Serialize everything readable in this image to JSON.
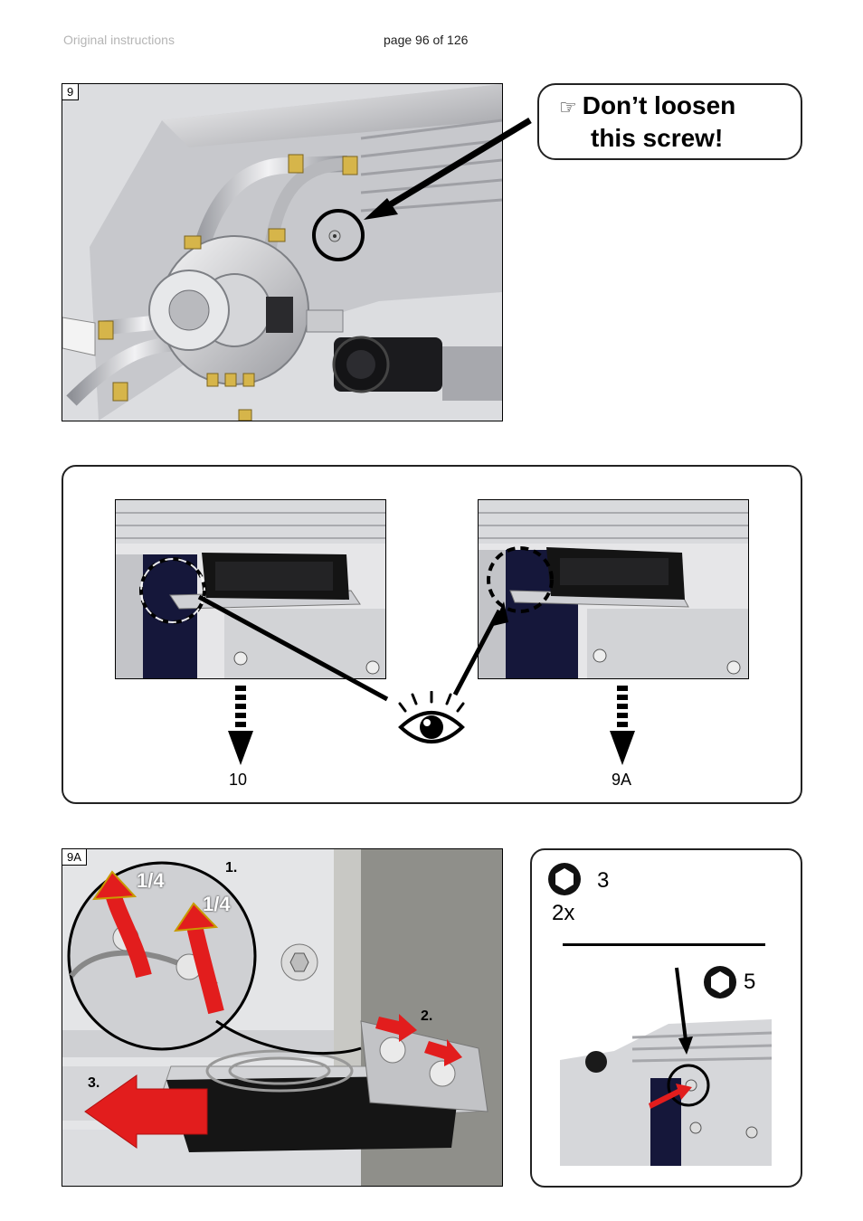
{
  "header": {
    "left": "Original instructions",
    "center": "page 96 of 126"
  },
  "figure9": {
    "tag": "9",
    "callout": {
      "hand_icon": "pointing-hand-icon",
      "line1": "Don’t loosen",
      "line2": "this screw!"
    }
  },
  "inspect_panel": {
    "left_target": "10",
    "right_target": "9A",
    "eye_icon": "eye-icon"
  },
  "figure9a": {
    "tag": "9A",
    "step1": "1.",
    "step2": "2.",
    "step3": "3.",
    "quarter_a": "1/4",
    "quarter_b": "1/4"
  },
  "tool_panel": {
    "hex_size_a": "3",
    "qty": "2x",
    "hex_size_b": "5"
  },
  "colors": {
    "accent_red": "#e21d1d",
    "outline": "#222222",
    "hex_icon_fill": "#111111"
  }
}
